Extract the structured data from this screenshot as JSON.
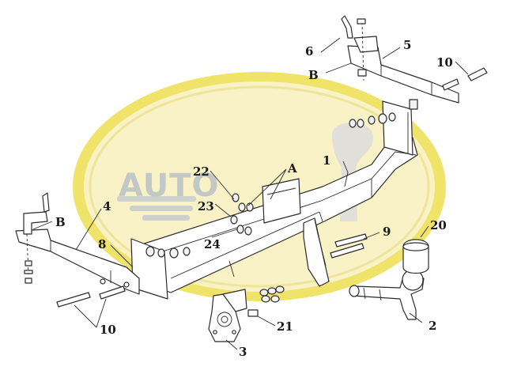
{
  "watermark": {
    "text": "AUTO",
    "colors": {
      "outer_ring": "#f0e36a",
      "inner_fill": "#f8f2c6",
      "text": "#c2c8c6",
      "hitch_silhouette": "#d9d9d9"
    }
  },
  "callouts": [
    {
      "id": "c1",
      "label": "1"
    },
    {
      "id": "c2",
      "label": "2"
    },
    {
      "id": "c3",
      "label": "3"
    },
    {
      "id": "c4",
      "label": "4"
    },
    {
      "id": "c5",
      "label": "5"
    },
    {
      "id": "c6",
      "label": "6"
    },
    {
      "id": "c8",
      "label": "8"
    },
    {
      "id": "c9",
      "label": "9"
    },
    {
      "id": "c10a",
      "label": "10"
    },
    {
      "id": "c10b",
      "label": "10"
    },
    {
      "id": "c20",
      "label": "20"
    },
    {
      "id": "c21",
      "label": "21"
    },
    {
      "id": "c22",
      "label": "22"
    },
    {
      "id": "c23",
      "label": "23"
    },
    {
      "id": "c24",
      "label": "24"
    },
    {
      "id": "cA",
      "label": "A"
    },
    {
      "id": "cB1",
      "label": "B"
    },
    {
      "id": "cB2",
      "label": "B"
    }
  ]
}
